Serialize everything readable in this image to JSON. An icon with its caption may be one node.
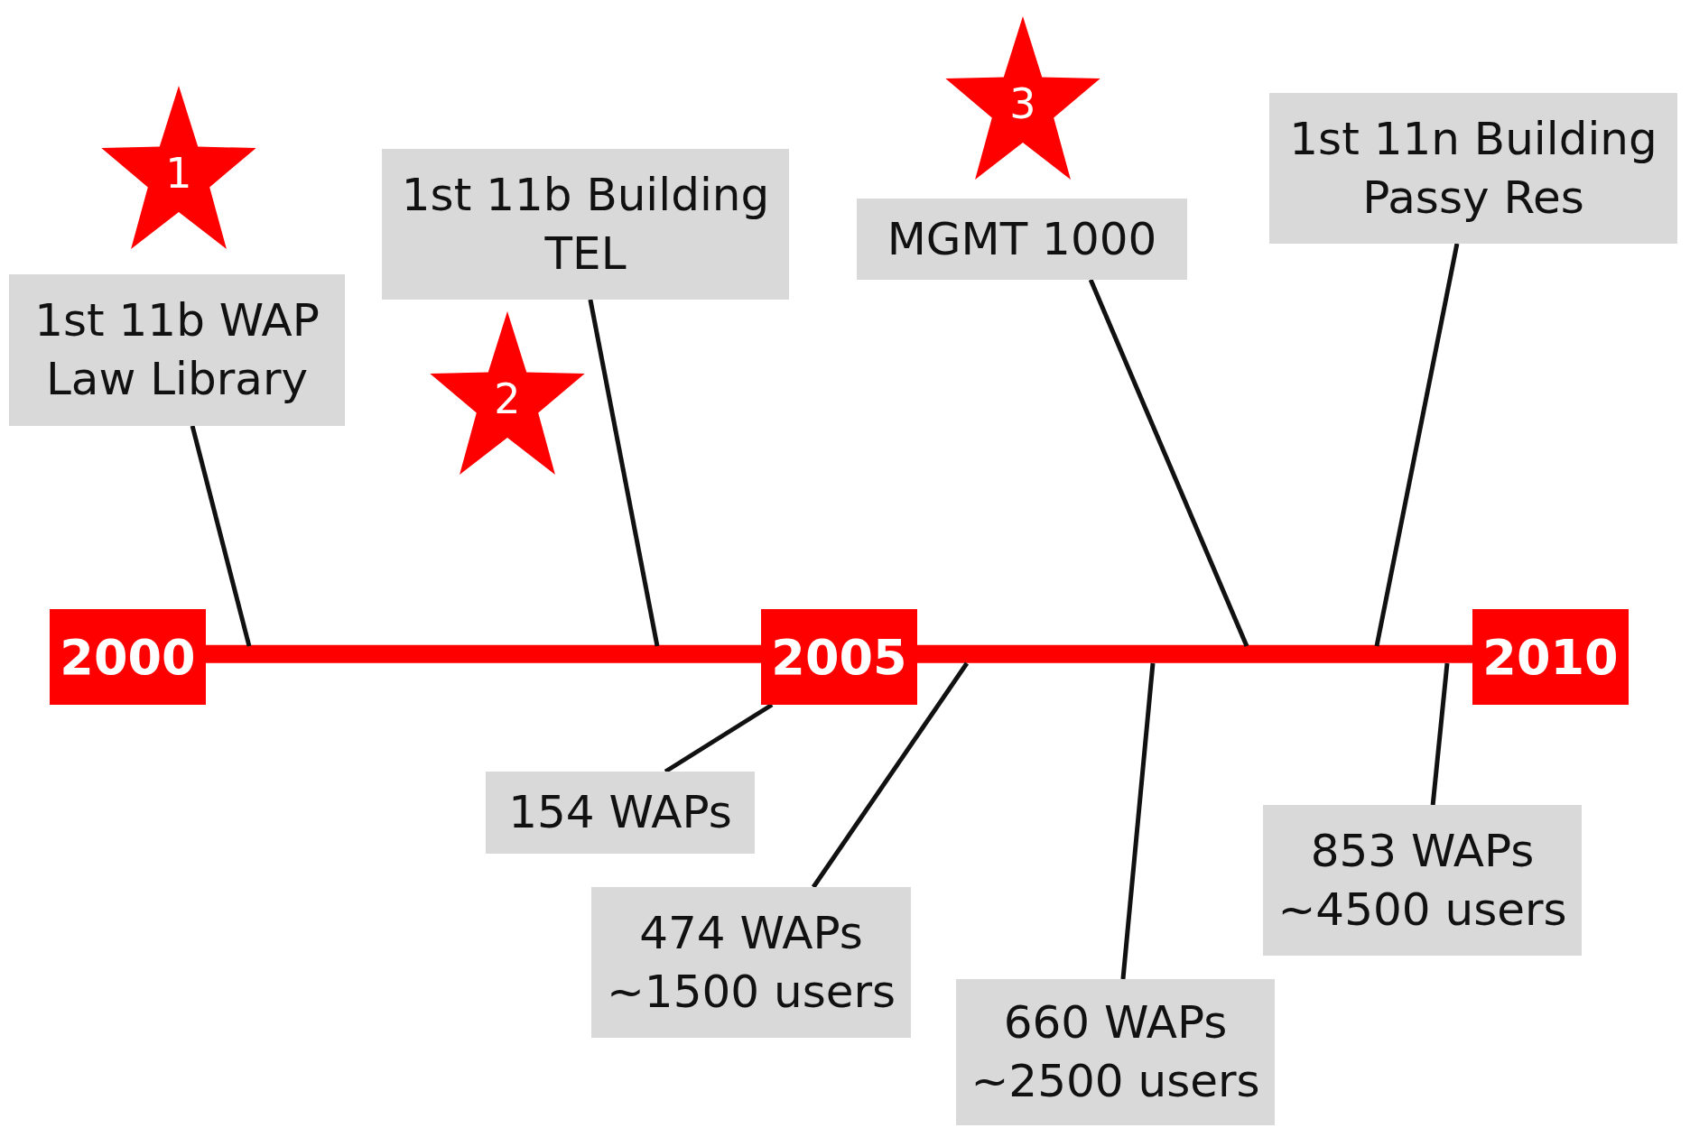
{
  "diagram": {
    "nodes": [
      {
        "text": [
          "1"
        ]
      },
      {
        "text": [
          "1st 11b WAP",
          "Law Library"
        ]
      },
      {
        "text": [
          "2"
        ]
      },
      {
        "text": [
          "1st 11b Building",
          "TEL"
        ]
      },
      {
        "text": [
          "3"
        ]
      },
      {
        "text": [
          "MGMT 1000"
        ]
      },
      {
        "text": [
          "1st 11n Building",
          "Passy Res"
        ]
      },
      {
        "text": [
          "2000"
        ]
      },
      {
        "text": [
          "2005"
        ]
      },
      {
        "text": [
          "2010"
        ]
      },
      {
        "text": [
          "154 WAPs"
        ]
      },
      {
        "text": [
          "474 WAPs",
          "~1500 users"
        ]
      },
      {
        "text": [
          "660 WAPs",
          "~2500 users"
        ]
      },
      {
        "text": [
          "853 WAPs",
          "~4500 users"
        ]
      }
    ],
    "edges": [
      {
        "from": 7,
        "to": 8,
        "arrow": "none",
        "style": "thick",
        "color": "#ff0000"
      },
      {
        "from": 8,
        "to": 9,
        "arrow": "none",
        "style": "thick",
        "color": "#ff0000"
      },
      {
        "from": 1,
        "to": null,
        "arrow": "none"
      },
      {
        "from": 3,
        "to": null,
        "arrow": "none"
      },
      {
        "from": 5,
        "to": null,
        "arrow": "none"
      },
      {
        "from": 6,
        "to": null,
        "arrow": "none"
      },
      {
        "from": 10,
        "to": 8,
        "arrow": "none"
      },
      {
        "from": 11,
        "to": null,
        "arrow": "none"
      },
      {
        "from": 12,
        "to": null,
        "arrow": "none"
      },
      {
        "from": 13,
        "to": null,
        "arrow": "none"
      }
    ]
  }
}
